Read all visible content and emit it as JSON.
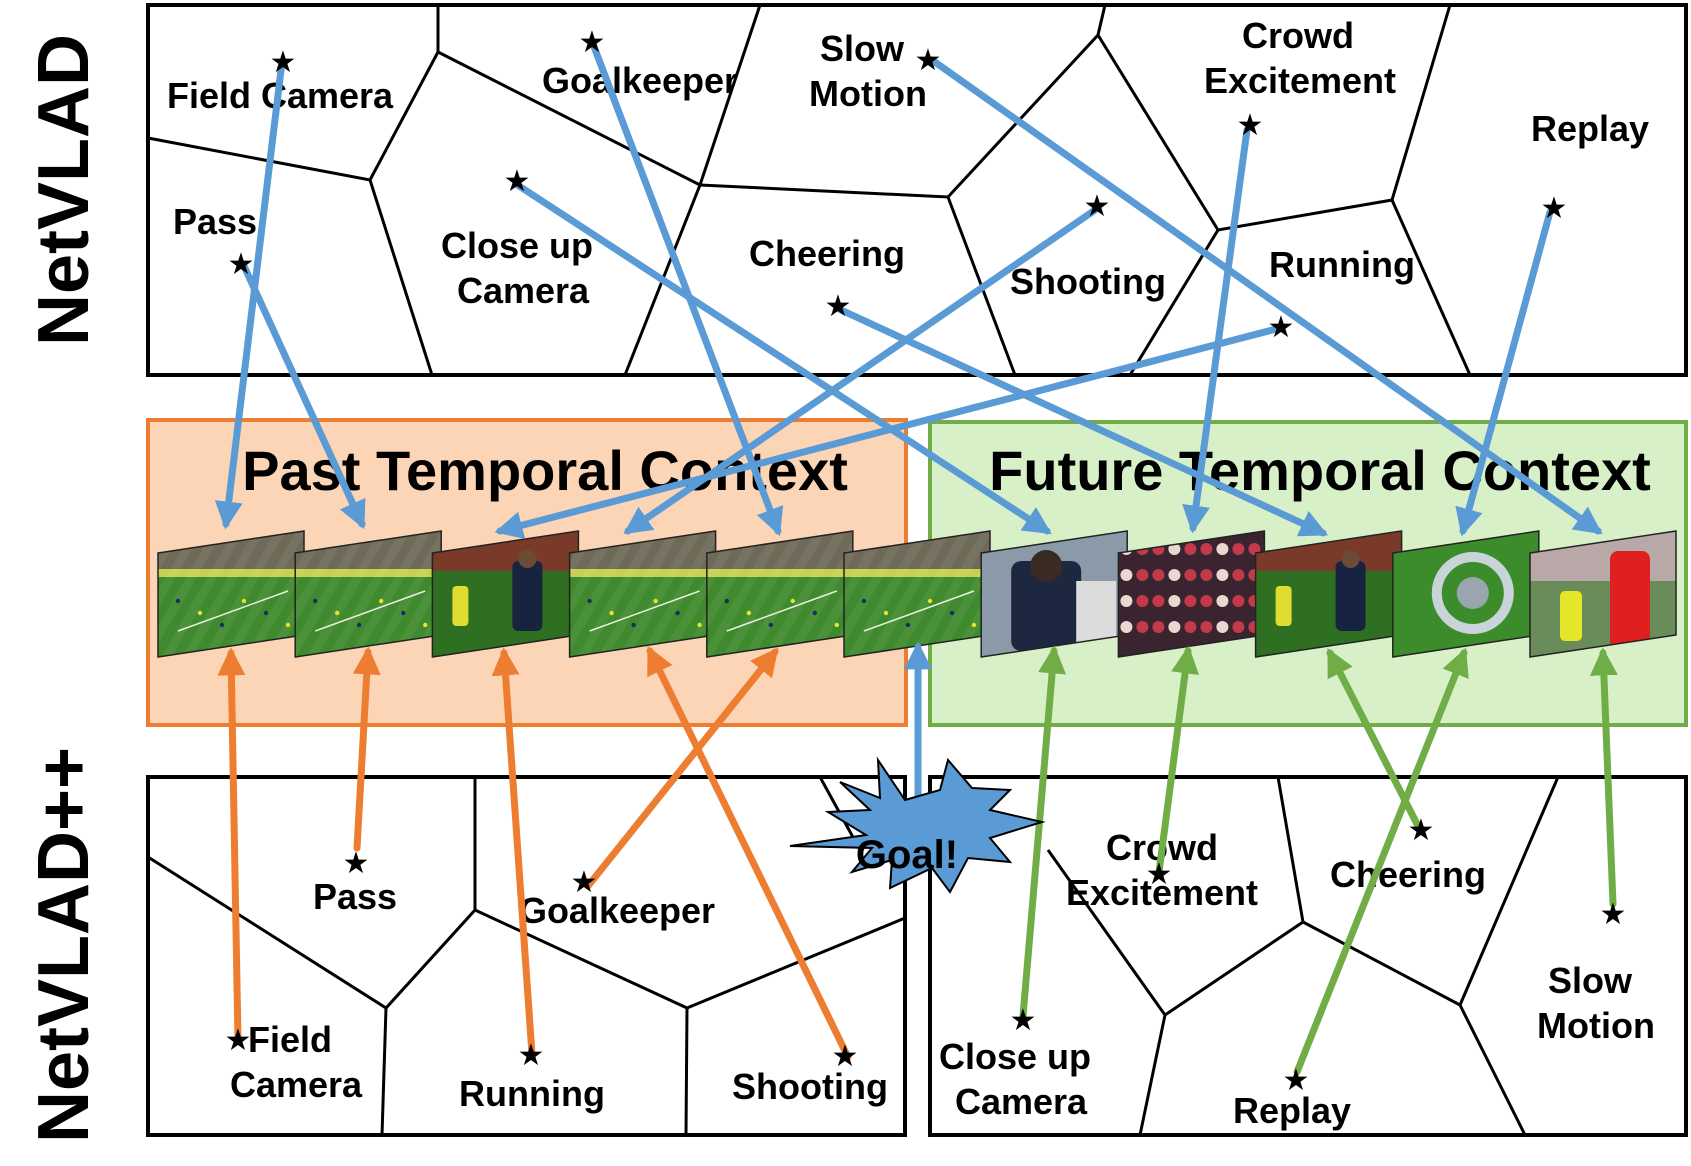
{
  "top_label": "NetVLAD",
  "bottom_label": "NetVLAD++",
  "past_title": "Past Temporal Context",
  "future_title": "Future Temporal Context",
  "goal_text": "Goal!",
  "star_glyph": "★",
  "top_clusters": {
    "field_camera": "Field Camera",
    "goalkeeper": "Goalkeeper",
    "slow": "Slow",
    "motion": "Motion",
    "crowd": "Crowd",
    "excitement": "Excitement",
    "replay": "Replay",
    "pass": "Pass",
    "close_up": "Close up",
    "camera": "Camera",
    "cheering": "Cheering",
    "shooting": "Shooting",
    "running": "Running"
  },
  "bottom_past_clusters": {
    "pass": "Pass",
    "goalkeeper": "Goalkeeper",
    "field": "Field",
    "camera": "Camera",
    "running": "Running",
    "shooting": "Shooting"
  },
  "bottom_future_clusters": {
    "crowd": "Crowd",
    "excitement": "Excitement",
    "cheering": "Cheering",
    "slow": "Slow",
    "motion": "Motion",
    "close_up": "Close up",
    "camera": "Camera",
    "replay": "Replay"
  },
  "colors": {
    "blue_arrow": "#5b9bd5",
    "orange_arrow": "#ed7d31",
    "green_arrow": "#70ad47",
    "past_fill": "#fbd5b5",
    "past_border": "#ed7d31",
    "future_fill": "#d8f0c8",
    "future_border": "#70ad47",
    "goal_fill": "#5b9bd5"
  },
  "frames": [
    {
      "scene": "field-wide"
    },
    {
      "scene": "field-wide"
    },
    {
      "scene": "close-player"
    },
    {
      "scene": "field-wide"
    },
    {
      "scene": "field-wide"
    },
    {
      "scene": "field-wide"
    },
    {
      "scene": "celebration"
    },
    {
      "scene": "crowd"
    },
    {
      "scene": "close-player"
    },
    {
      "scene": "replay-logo"
    },
    {
      "scene": "goalkeeper-close"
    }
  ]
}
